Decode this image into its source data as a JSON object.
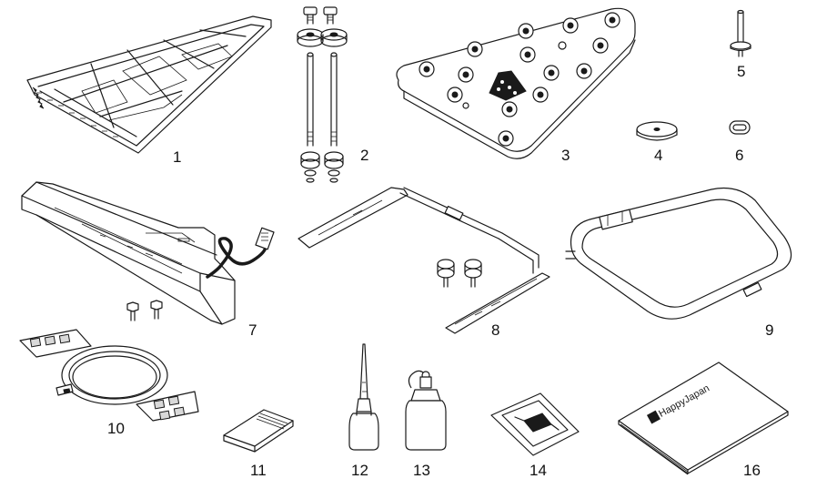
{
  "parts": [
    {
      "id": "part-1",
      "label": "1",
      "name": "large-sash-frame"
    },
    {
      "id": "part-2",
      "label": "2",
      "name": "mounting-bolts"
    },
    {
      "id": "part-3",
      "label": "3",
      "name": "table-plate"
    },
    {
      "id": "part-4",
      "label": "4",
      "name": "round-spacer"
    },
    {
      "id": "part-5",
      "label": "5",
      "name": "screw-pin"
    },
    {
      "id": "part-6",
      "label": "6",
      "name": "oval-ring"
    },
    {
      "id": "part-7",
      "label": "7",
      "name": "cap-driver-unit"
    },
    {
      "id": "part-8",
      "label": "8",
      "name": "hoop-bracket-frame"
    },
    {
      "id": "part-9",
      "label": "9",
      "name": "square-hoop"
    },
    {
      "id": "part-10",
      "label": "10",
      "name": "round-hoop-with-arms"
    },
    {
      "id": "part-11",
      "label": "11",
      "name": "bobbin-pad"
    },
    {
      "id": "part-12",
      "label": "12",
      "name": "oiler-nozzle"
    },
    {
      "id": "part-13",
      "label": "13",
      "name": "oil-bottle"
    },
    {
      "id": "part-14",
      "label": "14",
      "name": "bag-with-tool"
    },
    {
      "id": "part-16",
      "label": "16",
      "name": "instruction-manual"
    }
  ],
  "manual": {
    "brand": "HappyJapan"
  }
}
